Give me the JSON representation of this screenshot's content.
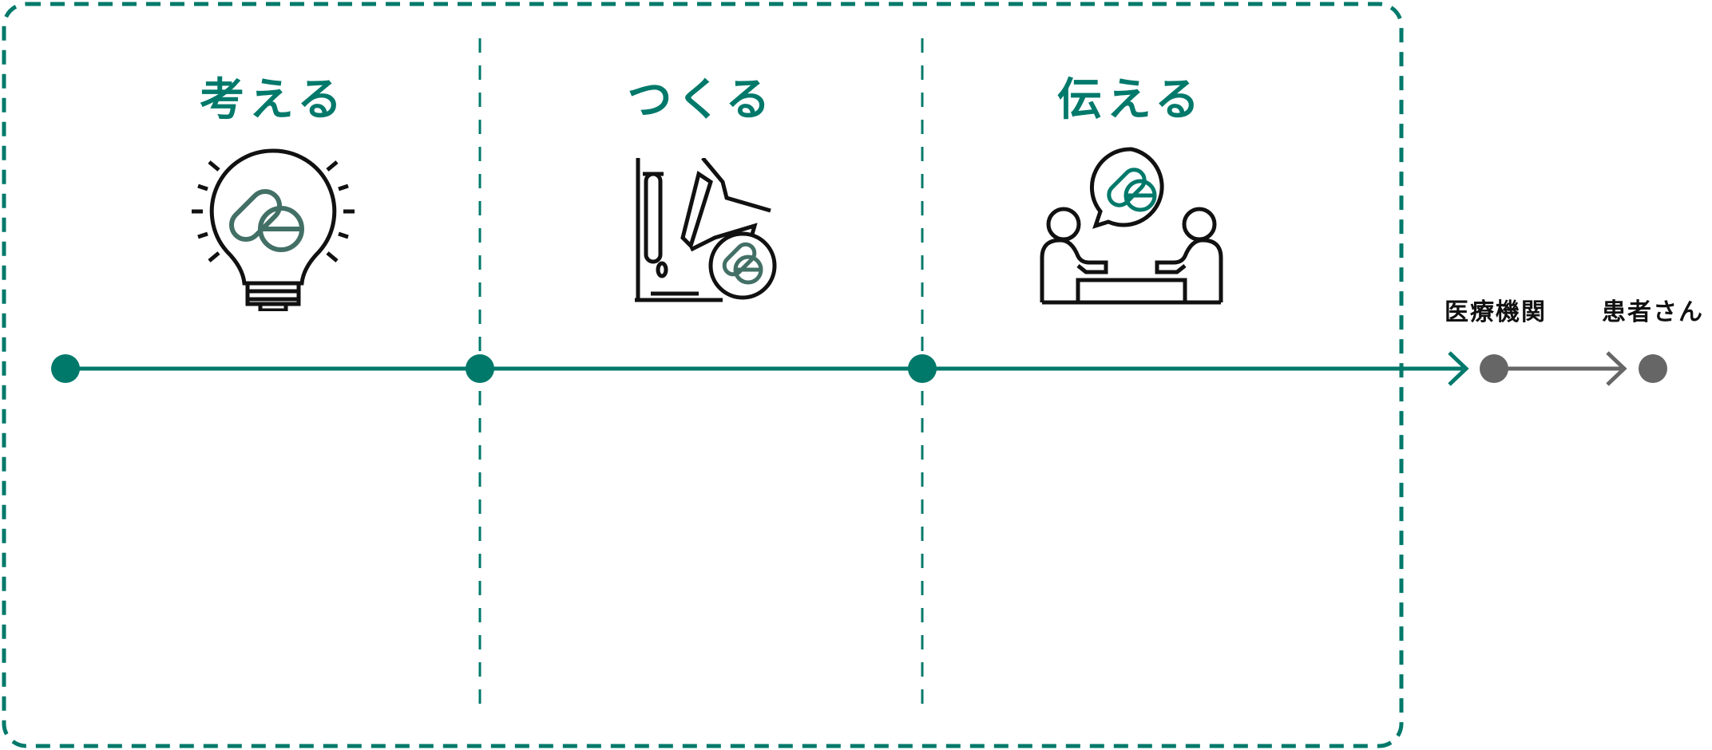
{
  "colors": {
    "accent": "#00796b",
    "gray": "#666666",
    "ink": "#111111",
    "pill": "#437066"
  },
  "stages": [
    {
      "label": "考える",
      "icon": "lightbulb-pill-icon"
    },
    {
      "label": "つくる",
      "icon": "lab-pipette-pill-icon"
    },
    {
      "label": "伝える",
      "icon": "consultation-pill-icon"
    }
  ],
  "destinations": [
    {
      "label": "医療機関"
    },
    {
      "label": "患者さん"
    }
  ]
}
